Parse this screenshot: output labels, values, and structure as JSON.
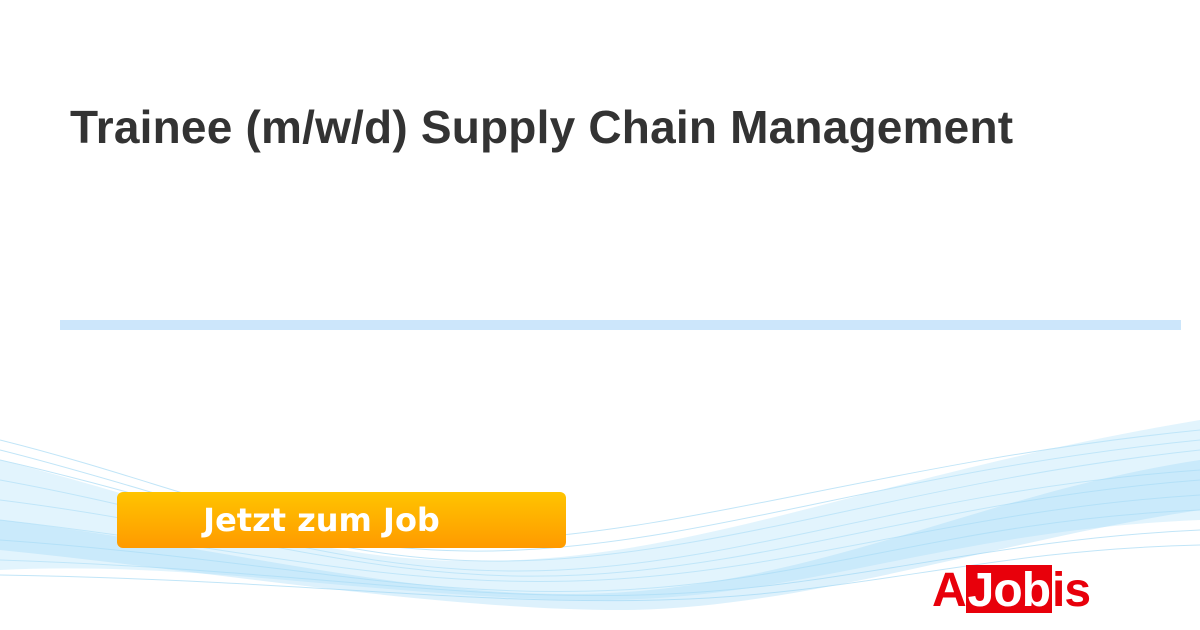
{
  "job": {
    "title": "Trainee (m/w/d) Supply Chain Management"
  },
  "cta": {
    "label": "Jetzt zum Job"
  },
  "logo": {
    "prefix": "A",
    "highlight": "Job",
    "suffix": "is"
  },
  "colors": {
    "title": "#333333",
    "divider": "#cce6fb",
    "button_top": "#ffc400",
    "button_bottom": "#ff9a00",
    "logo_red": "#e8000b",
    "wave": "#7cc8f0"
  }
}
